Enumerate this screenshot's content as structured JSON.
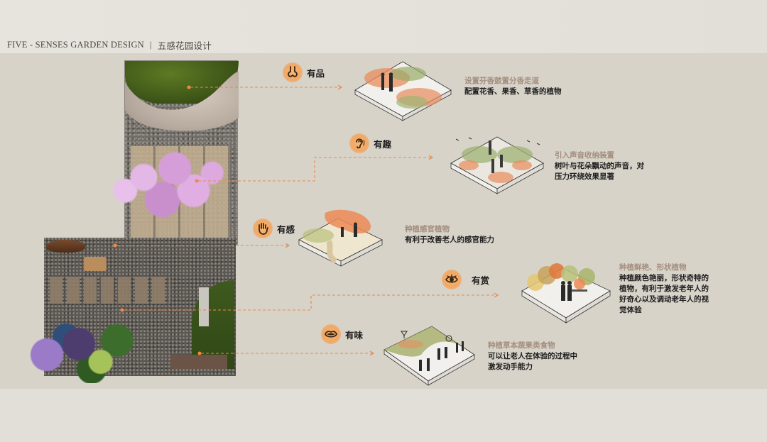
{
  "header": {
    "title_en": "FIVE - SENSES GARDEN DESIGN",
    "separator": "|",
    "title_zh": "五感花园设计"
  },
  "colors": {
    "accent_orange": "#e8884a",
    "icon_badge": "#f2a865",
    "heading_muted": "#a48e7e",
    "panel_bg": "#d7d3c9",
    "band_bg": "#e4e1da"
  },
  "senses": [
    {
      "id": "smell",
      "icon": "nose-icon",
      "label": "有品",
      "heading": "设置芬香鼓置分香走道",
      "lines": [
        "配置花香、果香、草香的植物"
      ]
    },
    {
      "id": "hearing",
      "icon": "ear-icon",
      "label": "有趣",
      "heading": "引入声音收纳装置",
      "lines": [
        "树叶与花朵飘动的声音，对",
        "压力环绕效果显著"
      ]
    },
    {
      "id": "touch",
      "icon": "hand-icon",
      "label": "有感",
      "heading": "种植感官植物",
      "lines": [
        "有利于改善老人的感官能力"
      ]
    },
    {
      "id": "sight",
      "icon": "eye-icon",
      "label": "有赏",
      "heading": "种植鲜艳、形状植物",
      "lines": [
        "种植颜色艳丽，形状奇特的",
        "植物，有利于激发老年人的",
        "好奇心以及调动老年人的视",
        "觉体验"
      ]
    },
    {
      "id": "taste",
      "icon": "lips-icon",
      "label": "有味",
      "heading": "种植草本蔬果类食物",
      "lines": [
        "可以让老人在体验的过程中",
        "激发动手能力"
      ]
    }
  ]
}
